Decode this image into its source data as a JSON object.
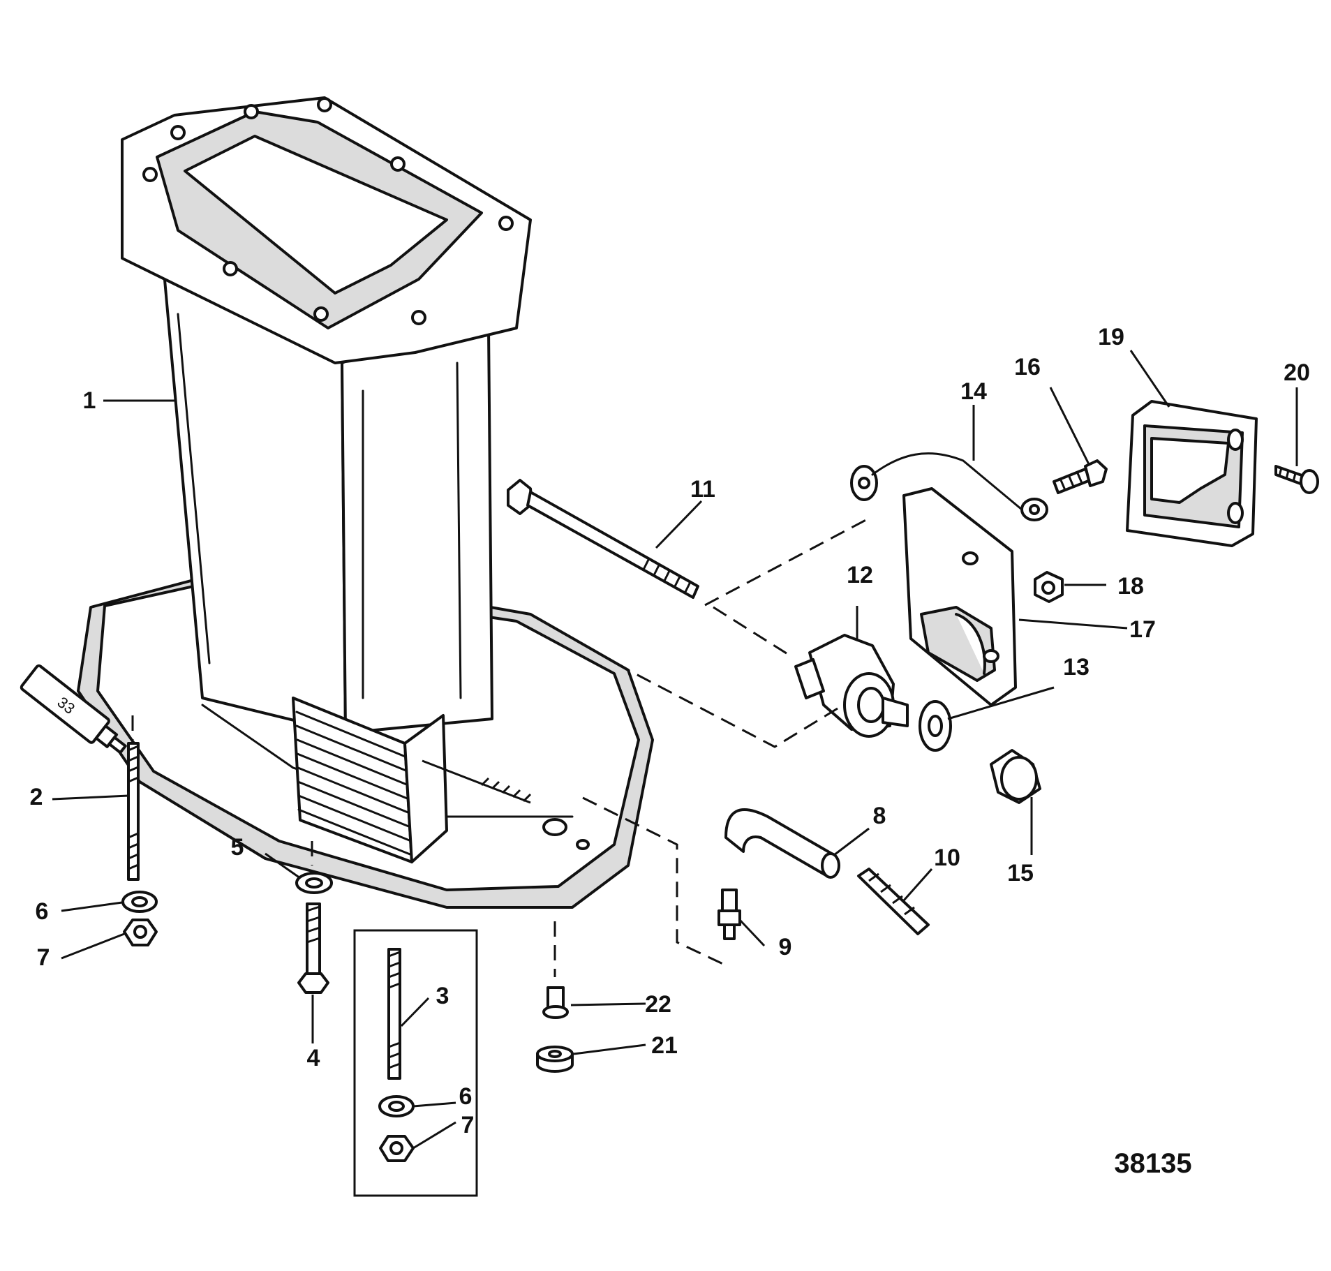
{
  "diagram": {
    "drawing_number": "38135",
    "sealant_tube_label": "33",
    "callouts": [
      "1",
      "2",
      "3",
      "4",
      "5",
      "6",
      "7",
      "8",
      "9",
      "10",
      "11",
      "12",
      "13",
      "14",
      "15",
      "16",
      "17",
      "18",
      "19",
      "20",
      "21",
      "22",
      "6",
      "7"
    ]
  }
}
